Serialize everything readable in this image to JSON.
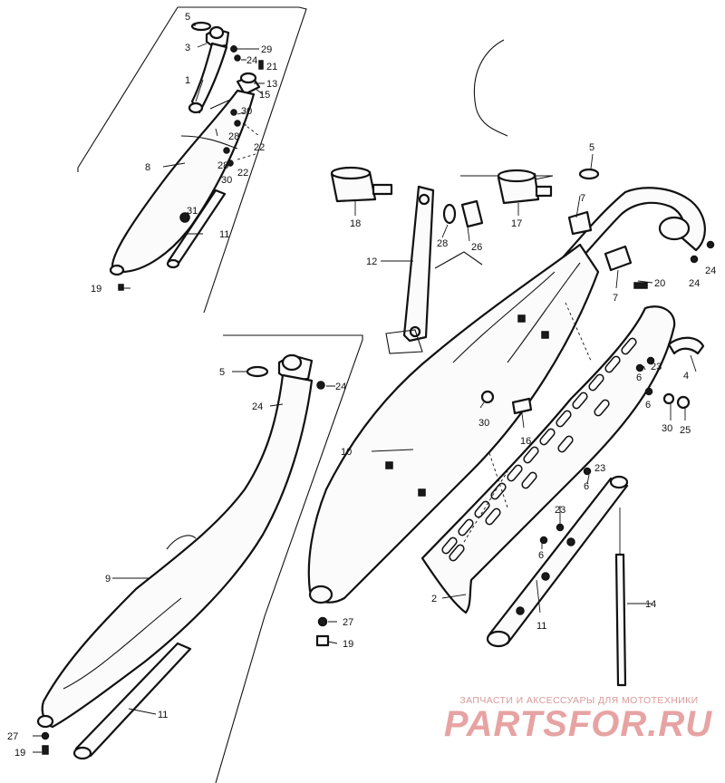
{
  "labels": [
    "1",
    "2",
    "3",
    "4",
    "5",
    "6",
    "7",
    "8",
    "9",
    "10",
    "11",
    "12",
    "13",
    "14",
    "15",
    "16",
    "17",
    "18",
    "19",
    "20",
    "21",
    "22",
    "23",
    "24",
    "25",
    "26",
    "27",
    "28",
    "29",
    "30",
    "31"
  ],
  "watermark": {
    "caption": "ЗАПЧАСТИ И АКСЕССУАРЫ ДЛЯ МОТОТЕХНИКИ",
    "brand": "PARTSFOR.RU"
  }
}
